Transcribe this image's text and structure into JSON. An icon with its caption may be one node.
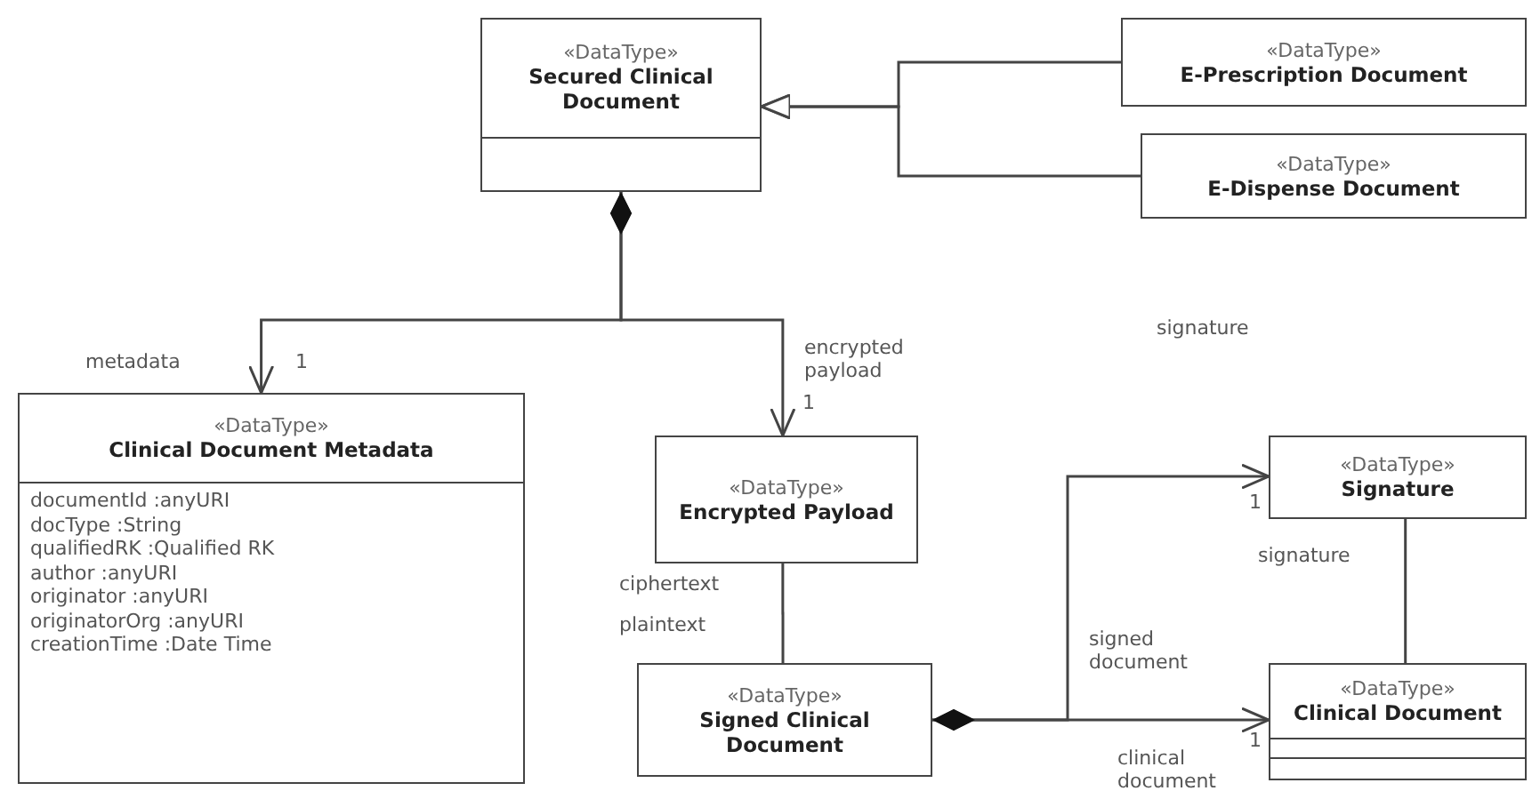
{
  "diagram": {
    "nodes": [
      {
        "text": [
          "«DataType»",
          "Secured Clinical Document"
        ]
      },
      {
        "text": [
          "«DataType»",
          "E-Prescription Document"
        ]
      },
      {
        "text": [
          "«DataType»",
          "E-Dispense Document"
        ]
      },
      {
        "text": [
          "«DataType»",
          "Clinical Document Metadata",
          "documentId :anyURI",
          "docType :String",
          "qualifiedRK :Qualified RK",
          "author :anyURI",
          "originator :anyURI",
          "originatorOrg :anyURI",
          "creationTime :Date Time"
        ]
      },
      {
        "text": [
          "«DataType»",
          "Encrypted Payload"
        ]
      },
      {
        "text": [
          "«DataType»",
          "Signed Clinical Document"
        ]
      },
      {
        "text": [
          "«DataType»",
          "Signature"
        ]
      },
      {
        "text": [
          "«DataType»",
          "Clinical Document"
        ]
      }
    ],
    "edges": [
      {
        "from": 1,
        "to": 0,
        "arrow": "to"
      },
      {
        "from": 2,
        "to": 0,
        "arrow": "to"
      },
      {
        "from": 0,
        "to": 3,
        "arrow": "to"
      },
      {
        "from": 0,
        "to": 4,
        "arrow": "to"
      },
      {
        "from": 4,
        "to": 5,
        "arrow": "none"
      },
      {
        "from": 5,
        "to": 6,
        "arrow": "to"
      },
      {
        "from": 5,
        "to": 7,
        "arrow": "to"
      },
      {
        "from": 6,
        "to": 7,
        "arrow": "none"
      }
    ],
    "labels": [
      "metadata",
      "1",
      "encrypted payload",
      "signature",
      "1",
      "1",
      "signature",
      "ciphertext",
      "plaintext",
      "signed document",
      "1",
      "clinical document"
    ]
  }
}
